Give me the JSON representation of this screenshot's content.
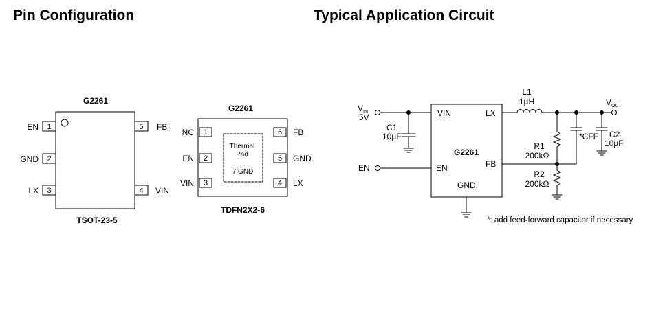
{
  "headings": {
    "pin_configuration": "Pin Configuration",
    "typical_application": "Typical Application Circuit"
  },
  "tsot": {
    "part": "G2261",
    "package": "TSOT-23-5",
    "left_pins": [
      {
        "num": "1",
        "name": "EN"
      },
      {
        "num": "2",
        "name": "GND"
      },
      {
        "num": "3",
        "name": "LX"
      }
    ],
    "right_pins": [
      {
        "num": "5",
        "name": "FB"
      },
      {
        "num": "4",
        "name": "VIN"
      }
    ]
  },
  "tdfn": {
    "part": "G2261",
    "package": "TDFN2X2-6",
    "left_pins": [
      {
        "num": "1",
        "name": "NC"
      },
      {
        "num": "2",
        "name": "EN"
      },
      {
        "num": "3",
        "name": "VIN"
      }
    ],
    "right_pins": [
      {
        "num": "6",
        "name": "FB"
      },
      {
        "num": "5",
        "name": "GND"
      },
      {
        "num": "4",
        "name": "LX"
      }
    ],
    "pad_line1": "Thermal",
    "pad_line2": "Pad",
    "pad_line3": "7 GND"
  },
  "circuit": {
    "vin_label": "V",
    "vin_sub": "IN",
    "vin_value": "5V",
    "vout_label": "V",
    "vout_sub": "OUT",
    "en_label": "EN",
    "c1_name": "C1",
    "c1_value": "10µF",
    "c2_name": "C2",
    "c2_value": "10µF",
    "l1_name": "L1",
    "l1_value": "1µH",
    "r1_name": "R1",
    "r1_value": "200kΩ",
    "r2_name": "R2",
    "r2_value": "200kΩ",
    "cff_label": "*CFF",
    "ic_name": "G2261",
    "ic_vin": "VIN",
    "ic_lx": "LX",
    "ic_en": "EN",
    "ic_fb": "FB",
    "ic_gnd": "GND",
    "note": "*: add feed-forward capacitor if necessary"
  }
}
